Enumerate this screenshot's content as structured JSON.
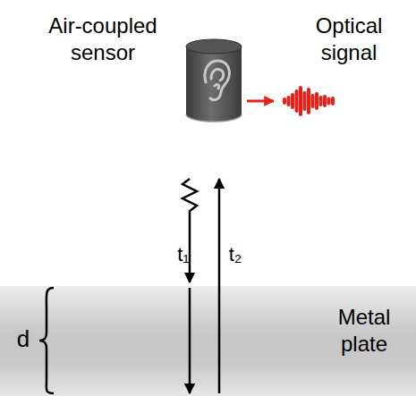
{
  "diagram": {
    "nodes": [
      {
        "text": [
          "Metal plate"
        ]
      }
    ],
    "labels": [
      "Air-coupled sensor",
      "Optical signal",
      "t₁",
      "t₂",
      "d"
    ]
  }
}
